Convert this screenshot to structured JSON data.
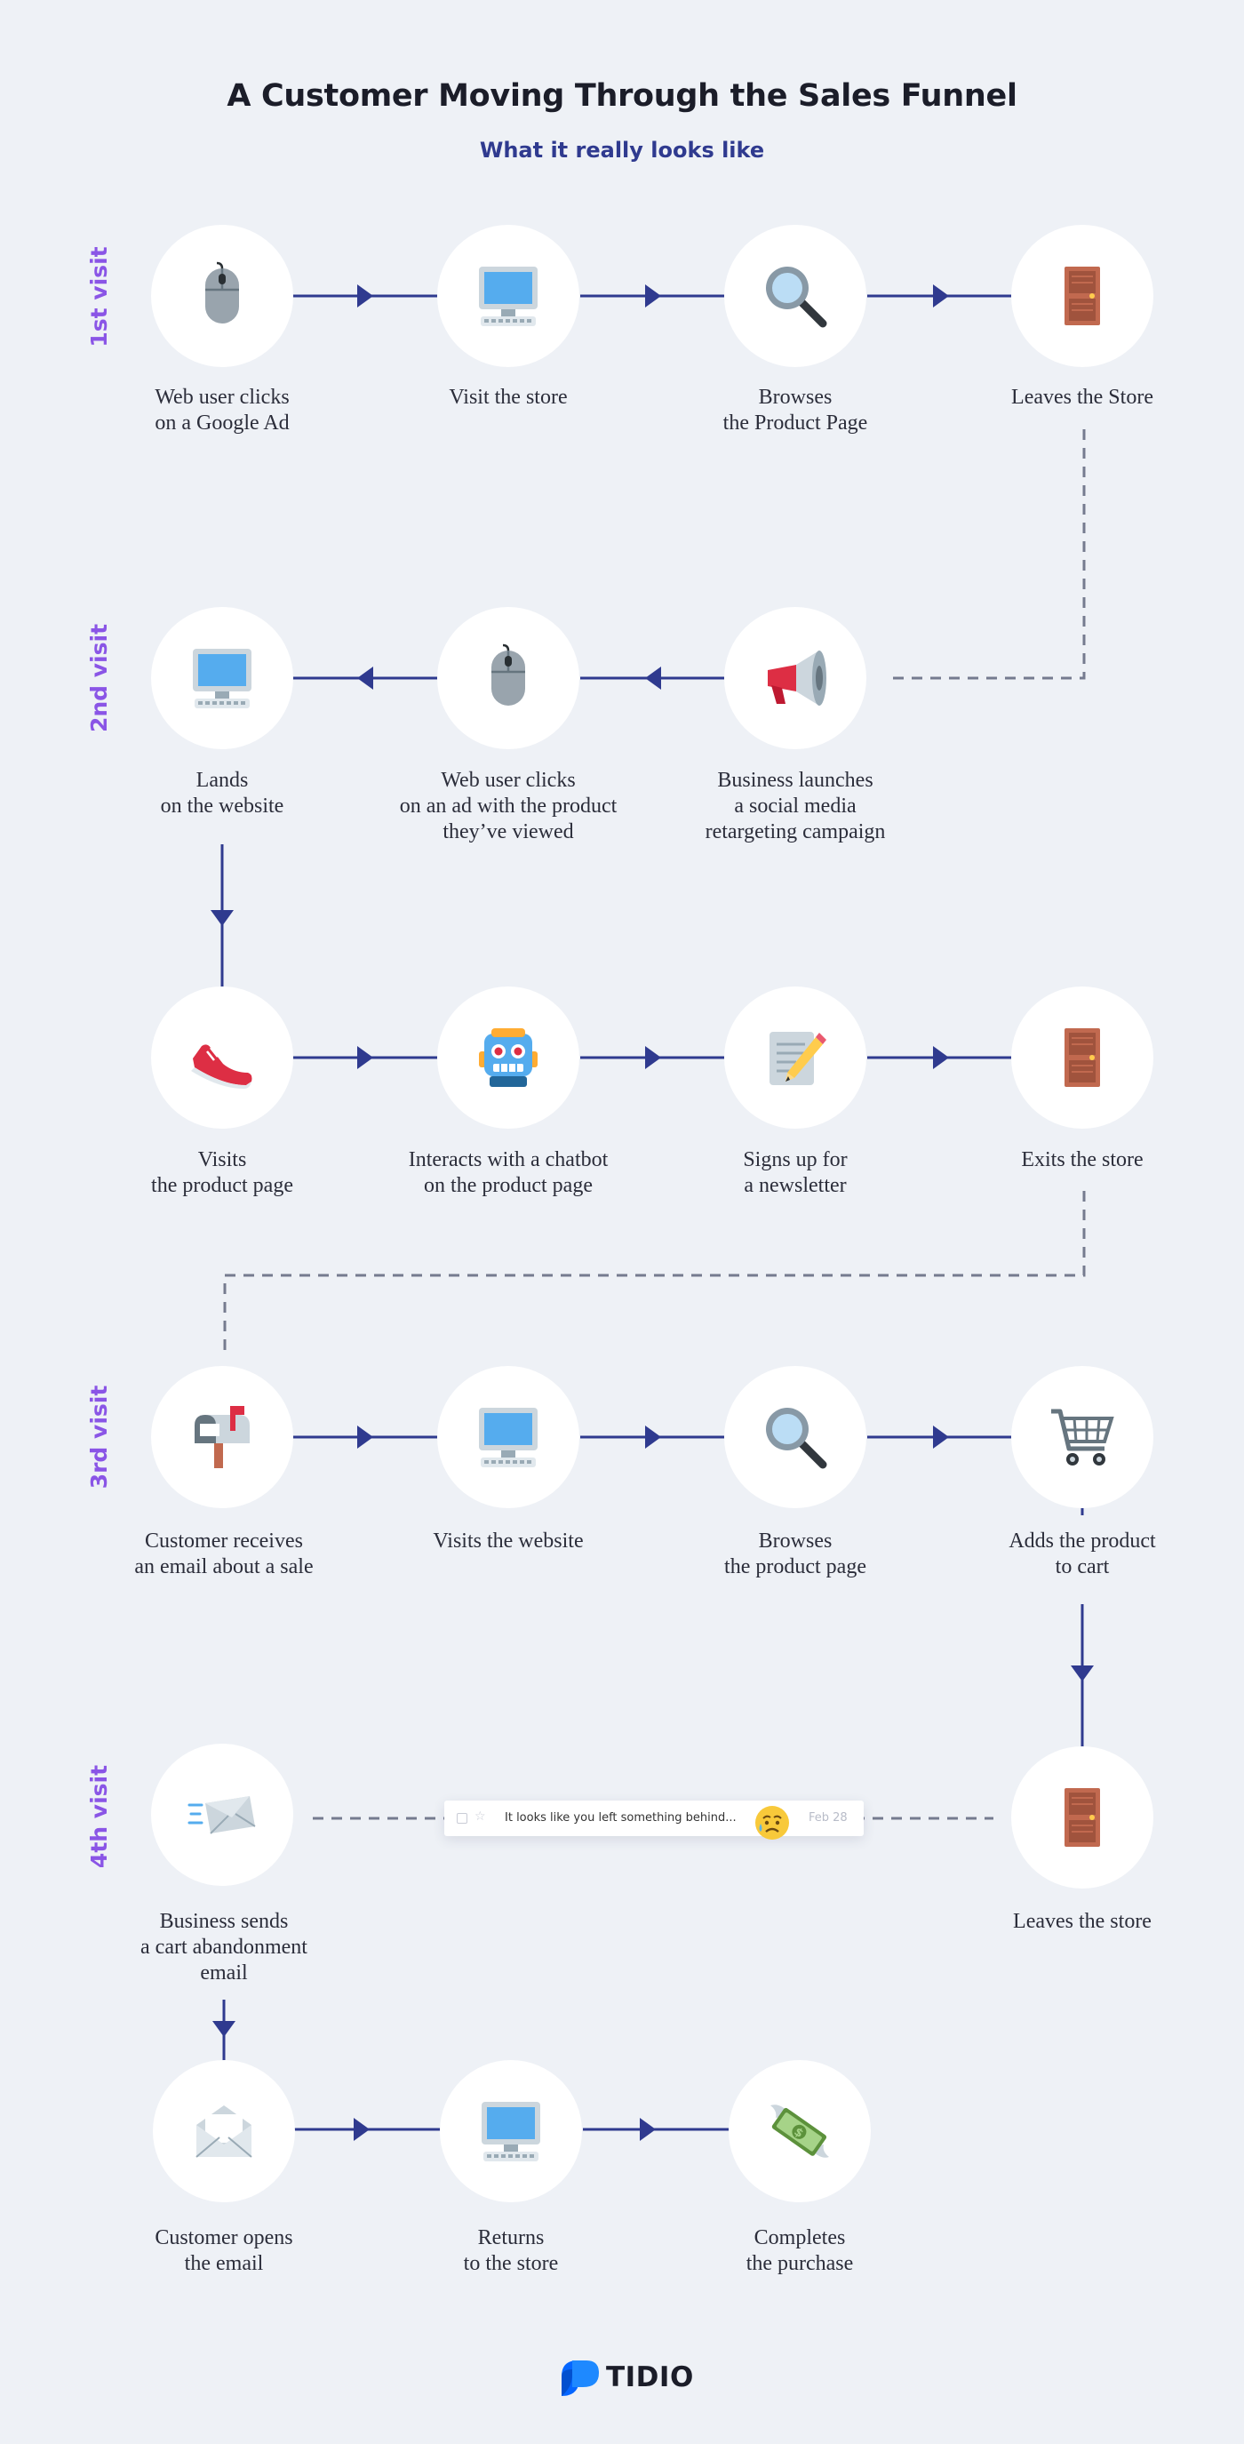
{
  "header": {
    "title": "A Customer Moving Through the Sales Funnel",
    "subtitle": "What it really looks like"
  },
  "visits": [
    "1st visit",
    "2nd visit",
    "3rd visit",
    "4th visit"
  ],
  "steps": [
    {
      "label": "Web user clicks\non a Google Ad",
      "icon": "computer-mouse-icon"
    },
    {
      "label": "Visit the store",
      "icon": "desktop-computer-icon"
    },
    {
      "label": "Browses\nthe Product Page",
      "icon": "magnifying-glass-icon"
    },
    {
      "label": "Leaves the Store",
      "icon": "door-icon"
    },
    {
      "label": "Business launches\na social media\nretargeting campaign",
      "icon": "megaphone-icon"
    },
    {
      "label": "Web user clicks\non an ad with the product\nthey’ve viewed",
      "icon": "computer-mouse-icon"
    },
    {
      "label": "Lands\non the website",
      "icon": "desktop-computer-icon"
    },
    {
      "label": "Visits\nthe product page",
      "icon": "sneaker-icon"
    },
    {
      "label": "Interacts with a chatbot\non the product page",
      "icon": "robot-icon"
    },
    {
      "label": "Signs up for\na newsletter",
      "icon": "memo-pencil-icon"
    },
    {
      "label": "Exits the store",
      "icon": "door-icon"
    },
    {
      "label": "Customer receives\nan email about a sale",
      "icon": "mailbox-icon"
    },
    {
      "label": "Visits the website",
      "icon": "desktop-computer-icon"
    },
    {
      "label": "Browses\nthe product page",
      "icon": "magnifying-glass-icon"
    },
    {
      "label": "Adds the product\nto cart",
      "icon": "shopping-cart-icon"
    },
    {
      "label": "Leaves the store",
      "icon": "door-icon"
    },
    {
      "label": "Business sends\na cart abandonment\nemail",
      "icon": "incoming-envelope-icon"
    },
    {
      "label": "Customer opens\nthe email",
      "icon": "open-envelope-icon"
    },
    {
      "label": "Returns\nto the store",
      "icon": "desktop-computer-icon"
    },
    {
      "label": "Completes\nthe purchase",
      "icon": "money-with-wings-icon"
    }
  ],
  "email_preview": {
    "subject": "It looks like you left something behind...",
    "date": "Feb 28",
    "emoji": "sad-relieved-face-icon"
  },
  "brand": {
    "name": "TIDIO"
  },
  "colors": {
    "background": "#eef1f6",
    "connector": "#2f3a8f",
    "dashed": "#757b8f",
    "visit_label": "#8a55e6"
  }
}
